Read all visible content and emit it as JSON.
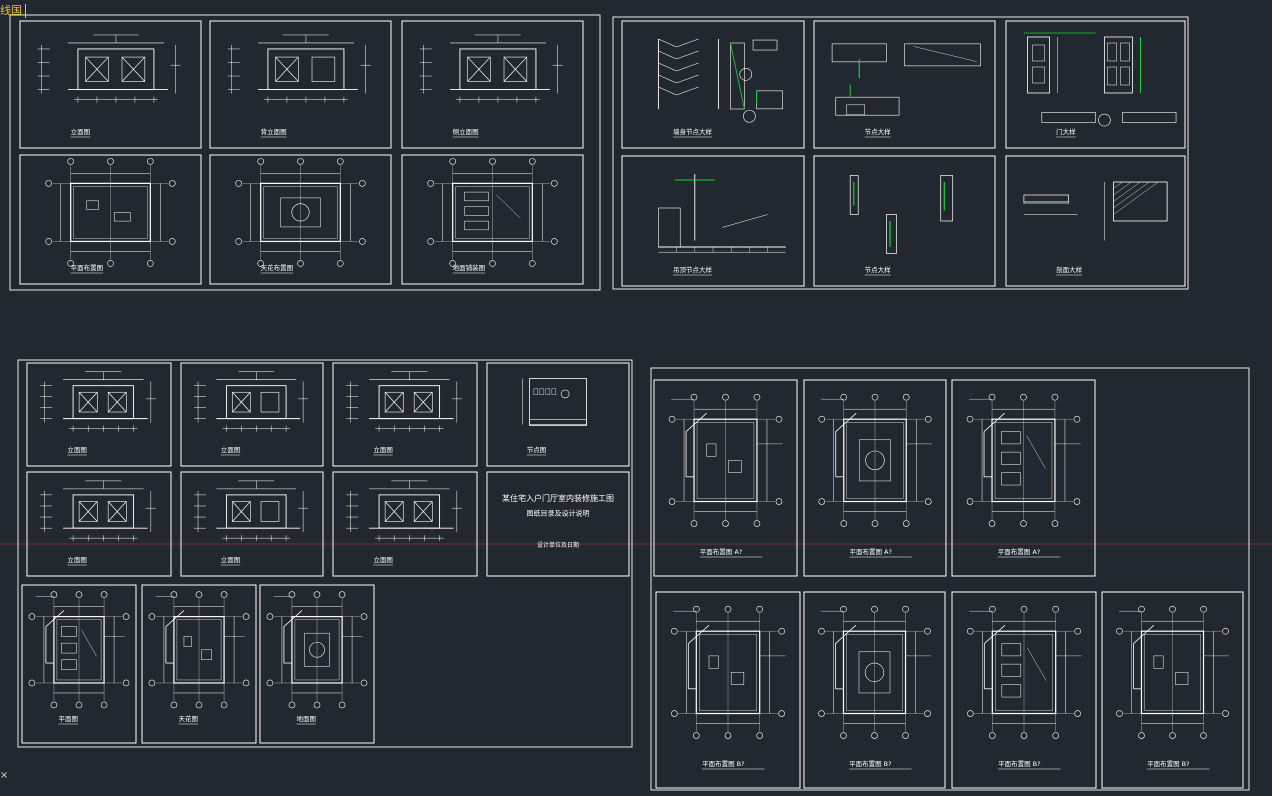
{
  "view_label": "线国",
  "cursor_mark": "×",
  "colors": {
    "background": "#212830",
    "line": "#ffffff",
    "accent": "#1fcf3a",
    "crosshair": "#7a2f33"
  },
  "sheet_groups": [
    {
      "name": "group-top-left",
      "sheets": [
        {
          "title": "立面图",
          "kind": "elevation"
        },
        {
          "title": "背立面图",
          "kind": "elevation"
        },
        {
          "title": "侧立面图",
          "kind": "elevation"
        },
        {
          "title": "平面布置图",
          "kind": "plan"
        },
        {
          "title": "天花布置图",
          "kind": "plan"
        },
        {
          "title": "地面铺装图",
          "kind": "plan"
        }
      ]
    },
    {
      "name": "group-top-right",
      "sheets": [
        {
          "title": "墙身节点大样",
          "kind": "detail"
        },
        {
          "title": "节点大样",
          "kind": "detail"
        },
        {
          "title": "门大样",
          "kind": "detail"
        },
        {
          "title": "吊顶节点大样",
          "kind": "detail"
        },
        {
          "title": "节点大样",
          "kind": "detail"
        },
        {
          "title": "剖面大样",
          "kind": "detail"
        }
      ]
    },
    {
      "name": "group-bottom-left",
      "sheets": [
        {
          "title": "立面图",
          "kind": "elevation"
        },
        {
          "title": "立面图",
          "kind": "elevation"
        },
        {
          "title": "立面图",
          "kind": "elevation"
        },
        {
          "title": "节点图",
          "kind": "detail"
        },
        {
          "title": "立面图",
          "kind": "elevation"
        },
        {
          "title": "立面图",
          "kind": "elevation"
        },
        {
          "title": "立面图",
          "kind": "elevation"
        },
        {
          "title": "封面",
          "kind": "cover",
          "cover_line1": "某住宅入户门厅室内装修施工图",
          "cover_line2": "图纸目录及设计说明",
          "cover_line3": "设计单位及日期"
        },
        {
          "title": "平面图",
          "kind": "plan"
        },
        {
          "title": "天花图",
          "kind": "plan"
        },
        {
          "title": "地面图",
          "kind": "plan"
        }
      ]
    },
    {
      "name": "group-bottom-right",
      "sheets": [
        {
          "title": "平面布置图",
          "suffix": "A?",
          "kind": "plan"
        },
        {
          "title": "平面布置图",
          "suffix": "A?",
          "kind": "plan"
        },
        {
          "title": "平面布置图",
          "suffix": "A?",
          "kind": "plan"
        },
        {
          "title": "平面布置图",
          "suffix": "B?",
          "kind": "plan"
        },
        {
          "title": "平面布置图",
          "suffix": "B?",
          "kind": "plan"
        },
        {
          "title": "平面布置图",
          "suffix": "B?",
          "kind": "plan"
        },
        {
          "title": "平面布置图",
          "suffix": "B?",
          "kind": "plan"
        }
      ]
    }
  ]
}
